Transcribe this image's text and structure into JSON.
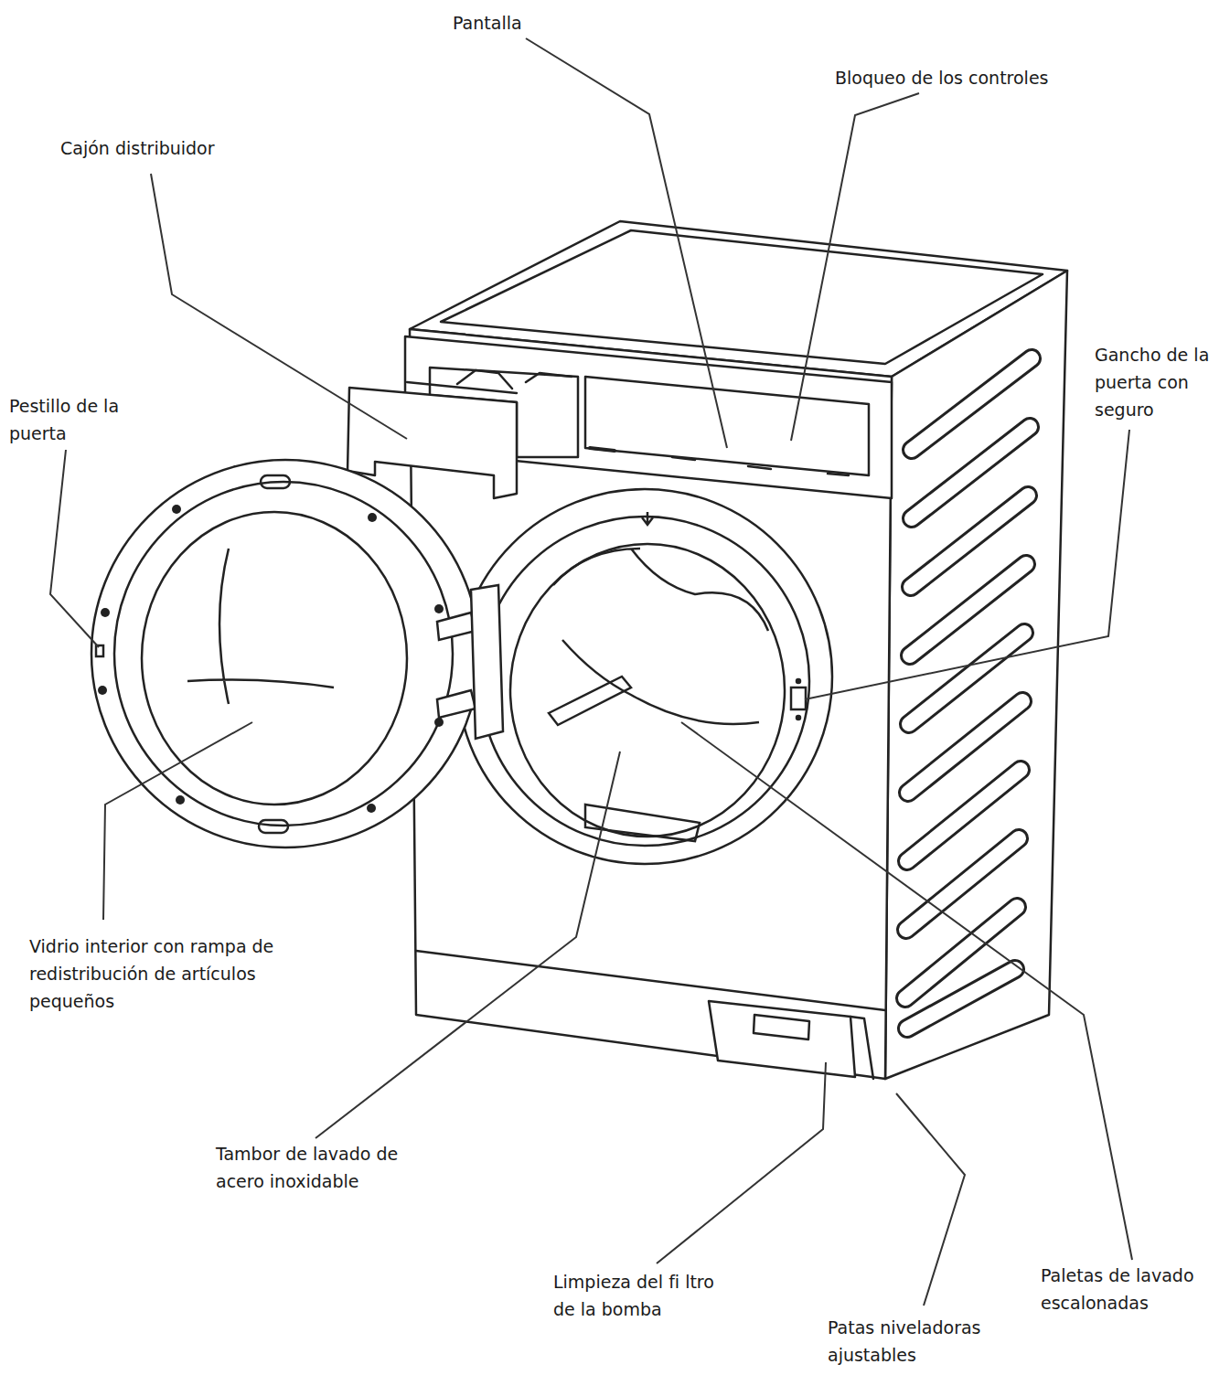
{
  "diagram": {
    "labels": [
      "Pantalla",
      "Bloqueo de los controles",
      "Cajón distribuidor",
      "Gancho de la puerta con seguro",
      "Pestillo de la puerta",
      "Vidrio interior con rampa de redistribución de artículos pequeños",
      "Tambor de lavado de acero inoxidable",
      "Limpieza del fi ltro de la bomba",
      "Paletas de lavado escalonadas",
      "Patas niveladoras ajustables"
    ]
  }
}
